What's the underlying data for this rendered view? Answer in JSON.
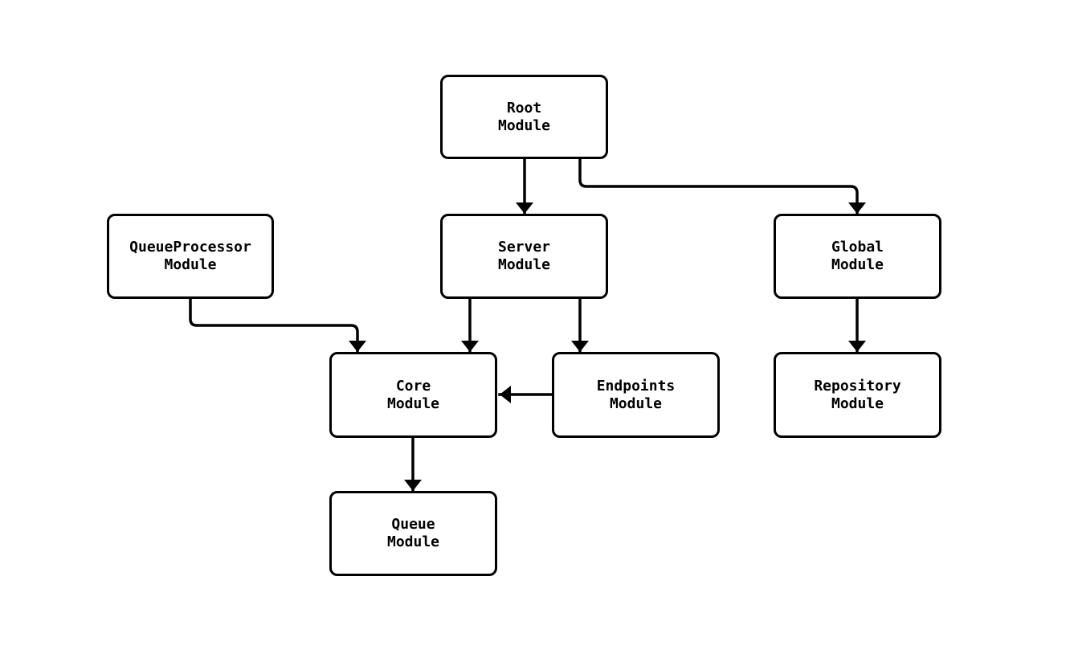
{
  "diagram": {
    "type": "flowchart",
    "direction": "top-down",
    "colors": {
      "background": "#ffffff",
      "node_fill": "#ffffff",
      "node_border": "#000000",
      "edge": "#000000",
      "text": "#000000"
    },
    "nodes": [
      {
        "id": "root",
        "label": "Root\nModule"
      },
      {
        "id": "queueprocessor",
        "label": "QueueProcessor\nModule"
      },
      {
        "id": "server",
        "label": "Server\nModule"
      },
      {
        "id": "global",
        "label": "Global\nModule"
      },
      {
        "id": "core",
        "label": "Core\nModule"
      },
      {
        "id": "endpoints",
        "label": "Endpoints\nModule"
      },
      {
        "id": "repository",
        "label": "Repository\nModule"
      },
      {
        "id": "queue",
        "label": "Queue\nModule"
      }
    ],
    "edges": [
      {
        "from": "root",
        "to": "server"
      },
      {
        "from": "root",
        "to": "global"
      },
      {
        "from": "queueprocessor",
        "to": "core"
      },
      {
        "from": "server",
        "to": "core"
      },
      {
        "from": "server",
        "to": "endpoints"
      },
      {
        "from": "endpoints",
        "to": "core"
      },
      {
        "from": "global",
        "to": "repository"
      },
      {
        "from": "core",
        "to": "queue"
      }
    ]
  }
}
